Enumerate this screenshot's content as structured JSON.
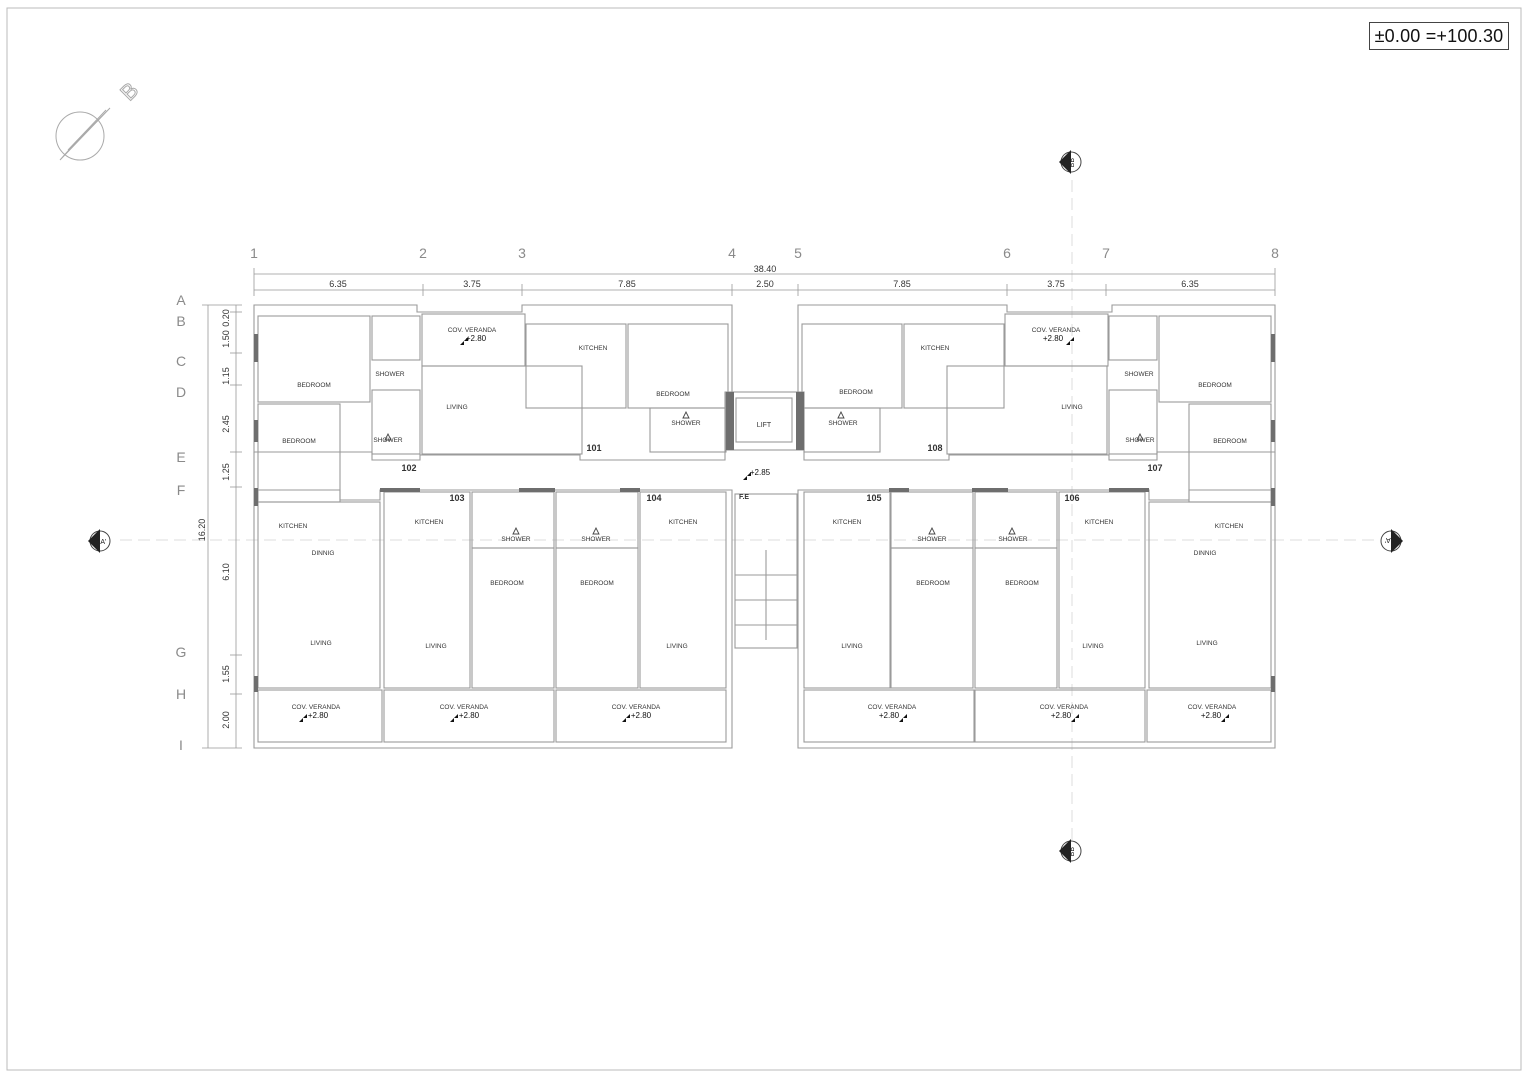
{
  "elevation_note": "±0.00 =+100.30",
  "north_label": "B",
  "axes": {
    "columns": [
      "1",
      "2",
      "3",
      "4",
      "5",
      "6",
      "7",
      "8"
    ],
    "rows": [
      "A",
      "B",
      "C",
      "D",
      "E",
      "F",
      "G",
      "H",
      "I"
    ]
  },
  "dimensions": {
    "overall_width": "38.40",
    "column_spans": [
      "6.35",
      "3.75",
      "7.85",
      "2.50",
      "7.85",
      "3.75",
      "6.35"
    ],
    "overall_depth": "16.20",
    "row_spans": [
      "0.20",
      "1.50",
      "1.15",
      "2.45",
      "1.25",
      "6.10",
      "1.55",
      "2.00"
    ]
  },
  "sections": {
    "aa_left": "AA'",
    "aa_right": "AA'",
    "bb_top": "BB'",
    "bb_bottom": "BB'"
  },
  "core": {
    "lift": "LIFT",
    "fe": "F.E",
    "level": "+2.85"
  },
  "units": [
    {
      "id": "101"
    },
    {
      "id": "102"
    },
    {
      "id": "103"
    },
    {
      "id": "104"
    },
    {
      "id": "105"
    },
    {
      "id": "106"
    },
    {
      "id": "107"
    },
    {
      "id": "108"
    }
  ],
  "rooms": {
    "cov_veranda": "COV. VERANDA",
    "veranda_level": "+2.80",
    "bedroom": "BEDROOM",
    "shower": "SHOWER",
    "living": "LIVING",
    "kitchen": "KITCHEN",
    "dinnig": "DINNIG"
  },
  "colors": {
    "line": "#9a9a9a",
    "wall": "#6e6e6e",
    "text": "#333333",
    "axis_text": "#8a8a8a"
  }
}
